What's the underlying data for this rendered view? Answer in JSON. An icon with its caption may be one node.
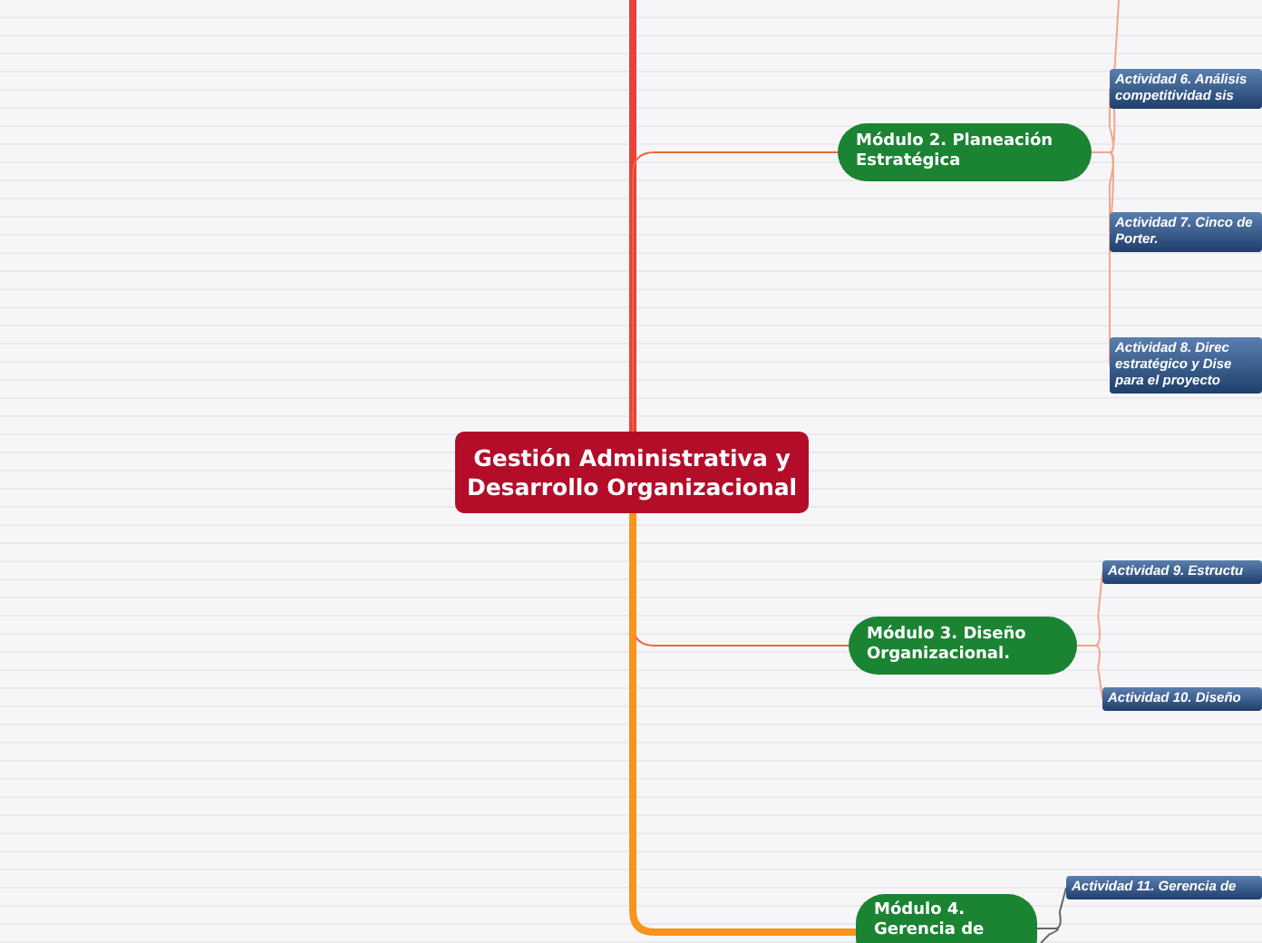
{
  "diagram": {
    "nodes": [
      {
        "text": [
          "Gestión Administrativa y Desarrollo Organizacional"
        ]
      },
      {
        "text": [
          "Módulo 2. Planeación Estratégica"
        ]
      },
      {
        "text": [
          "Actividad 6. Análisis competitividad sis"
        ]
      },
      {
        "text": [
          "Actividad 7. Cinco de Porter."
        ]
      },
      {
        "text": [
          "Actividad 8. Direc estratégico y Dise para el proyecto"
        ]
      },
      {
        "text": [
          "Módulo 3. Diseño Organizacional."
        ]
      },
      {
        "text": [
          "Actividad 9. Estructu"
        ]
      },
      {
        "text": [
          "Actividad 10. Diseño"
        ]
      },
      {
        "text": [
          "Módulo 4. Gerencia de"
        ]
      },
      {
        "text": [
          "Actividad 11. Gerencia de"
        ]
      }
    ],
    "edges": [
      {
        "from": 0,
        "to": null,
        "arrow": "none",
        "style": "thick",
        "color": "#e8413a"
      },
      {
        "from": 0,
        "to": 1,
        "arrow": "none",
        "color": "#f0643a"
      },
      {
        "from": 0,
        "to": 5,
        "arrow": "none",
        "color": "#f0643a"
      },
      {
        "from": 0,
        "to": 8,
        "arrow": "none",
        "style": "thick",
        "color": "#f7941d"
      },
      {
        "from": 1,
        "to": null,
        "arrow": "none"
      },
      {
        "from": 1,
        "to": 2,
        "arrow": "none"
      },
      {
        "from": 1,
        "to": 3,
        "arrow": "none"
      },
      {
        "from": 1,
        "to": 4,
        "arrow": "none"
      },
      {
        "from": 5,
        "to": 6,
        "arrow": "none"
      },
      {
        "from": 5,
        "to": 7,
        "arrow": "none"
      },
      {
        "from": 8,
        "to": 9,
        "arrow": "none",
        "color": "#666666"
      },
      {
        "from": 8,
        "to": null,
        "arrow": "none",
        "color": "#666666"
      }
    ]
  }
}
